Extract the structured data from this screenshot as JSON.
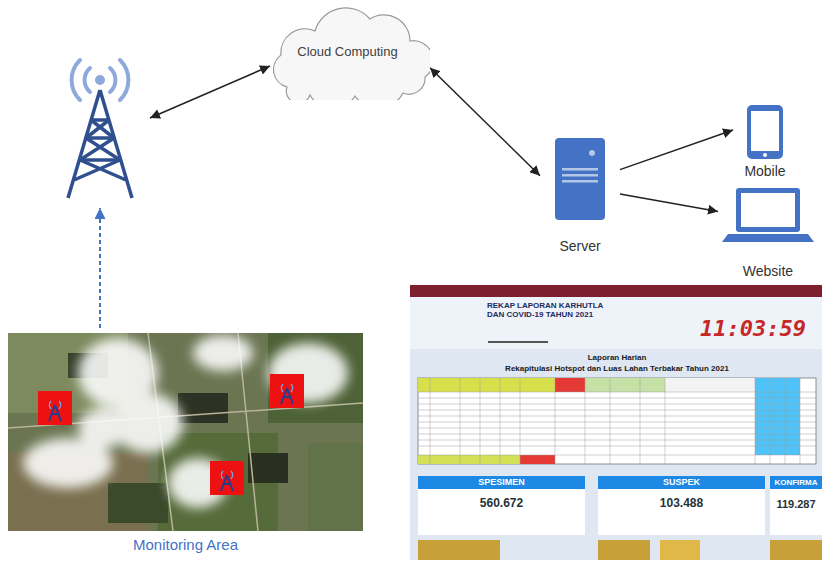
{
  "diagram": {
    "nodes": [
      {
        "text": [
          "Cloud Computing"
        ]
      },
      {
        "text": [
          "Server"
        ]
      },
      {
        "text": [
          "Mobile"
        ]
      },
      {
        "text": [
          "Website"
        ]
      },
      {
        "text": [
          "Monitoring Area"
        ]
      }
    ],
    "edges": [
      {
        "from": 0,
        "to": 1,
        "arrow": "both"
      },
      {
        "from": 1,
        "to": 2,
        "arrow": "to"
      },
      {
        "from": 1,
        "to": 3,
        "arrow": "to"
      }
    ],
    "labels": [
      "REKAP LAPORAN KARHUTLA DAN COVID-19 TAHUN 2021",
      "11:03:59",
      "Laporan Harian",
      "Rekapitulasi Hotspot dan Luas Lahan Terbakar Tahun 2021",
      "SPESIMEN",
      "560.672",
      "SUSPEK",
      "103.488",
      "KONFIRMA",
      "119.287"
    ]
  }
}
